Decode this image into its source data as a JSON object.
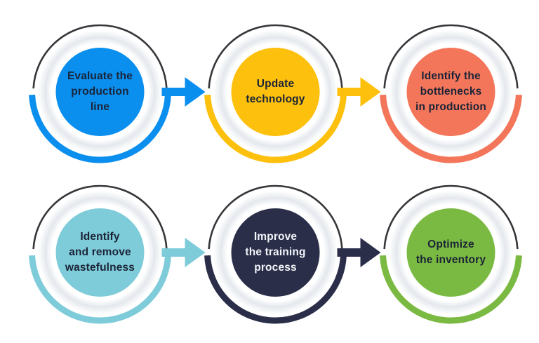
{
  "diagram": {
    "background_color": "#ffffff",
    "ring_color": "#35373b",
    "shadow_band_color": "#e4e8ed",
    "steps": [
      {
        "id": "evaluate-production-line",
        "label": "Evaluate the\nproduction\nline",
        "color": "#0b8fef",
        "text_color": "#1b2437",
        "row": 0,
        "col": 0,
        "arrow_to_next": true
      },
      {
        "id": "update-technology",
        "label": "Update\ntechnology",
        "color": "#fdc00d",
        "text_color": "#1b2437",
        "row": 0,
        "col": 1,
        "arrow_to_next": true
      },
      {
        "id": "identify-bottlenecks-in-production",
        "label": "Identify the\nbottlenecks\nin production",
        "color": "#f3765b",
        "text_color": "#1b2437",
        "row": 0,
        "col": 2,
        "arrow_to_next": false
      },
      {
        "id": "identify-and-remove-wastefulness",
        "label": "Identify\nand remove\nwastefulness",
        "color": "#7ecbd9",
        "text_color": "#1b2437",
        "row": 1,
        "col": 0,
        "arrow_to_next": true
      },
      {
        "id": "improve-the-training-process",
        "label": "Improve\nthe training\nprocess",
        "color": "#2a2e49",
        "text_color": "#f2f5f9",
        "row": 1,
        "col": 1,
        "arrow_to_next": true
      },
      {
        "id": "optimize-the-inventory",
        "label": "Optimize\nthe inventory",
        "color": "#7bba42",
        "text_color": "#1b2437",
        "row": 1,
        "col": 2,
        "arrow_to_next": false
      }
    ]
  }
}
